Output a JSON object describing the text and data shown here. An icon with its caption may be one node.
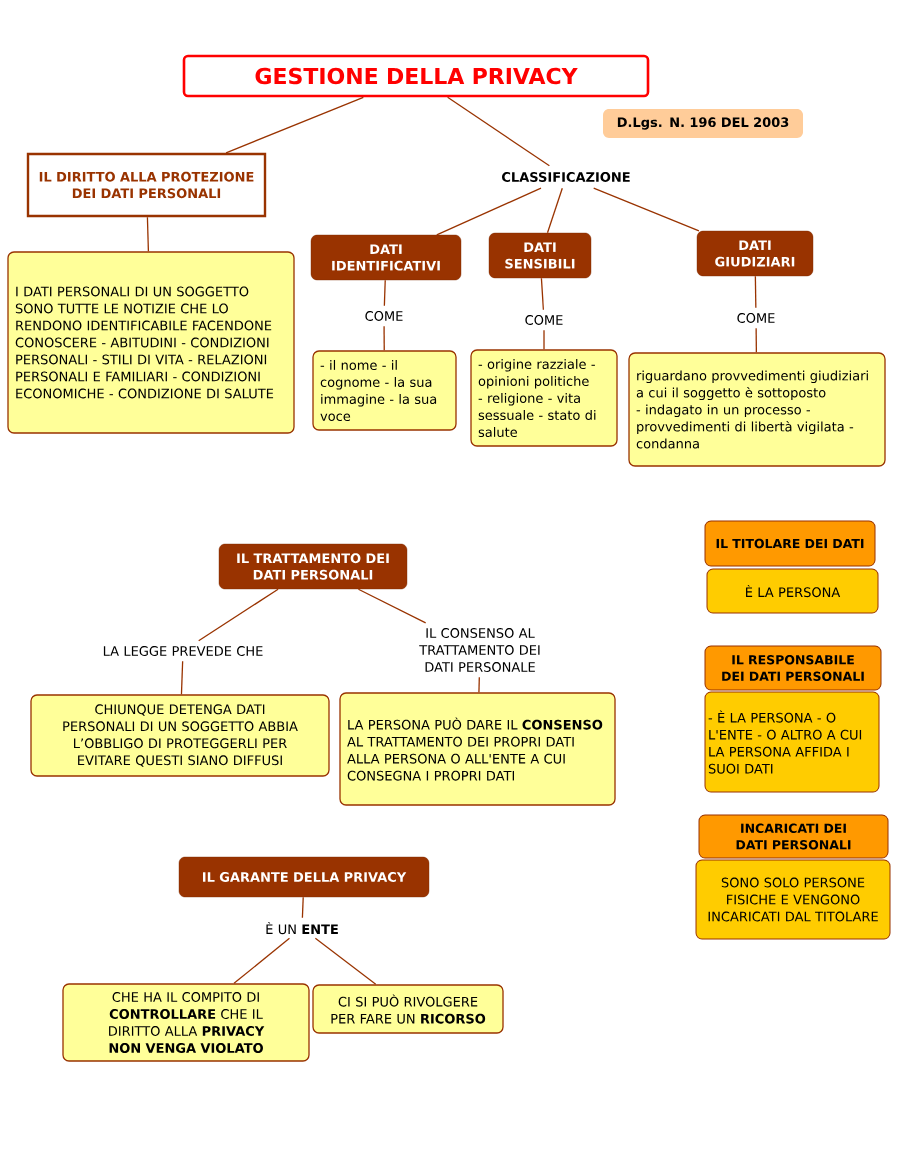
{
  "diagram": {
    "nodes": [
      {
        "text": [
          "GESTIONE DELLA PRIVACY"
        ]
      },
      {
        "text": [
          "D.Lgs. N. 196 DEL 2003"
        ]
      },
      {
        "text": [
          "IL DIRITTO ALLA PROTEZIONE DEI DATI PERSONALI"
        ]
      },
      {
        "text": [
          "I DATI PERSONALI DI UN SOGGETTO SONO TUTTE LE NOTIZIE CHE LO RENDONO IDENTIFICABILE FACENDONE CONOSCERE - ABITUDINI - CONDIZIONI PERSONALI - STILI DI VITA - RELAZIONI PERSONALI E FAMILIARI - CONDIZIONI ECONOMICHE - CONDIZIONE DI SALUTE"
        ]
      },
      {
        "text": [
          "CLASSIFICAZIONE"
        ]
      },
      {
        "text": [
          "DATI IDENTIFICATIVI"
        ]
      },
      {
        "text": [
          "DATI SENSIBILI"
        ]
      },
      {
        "text": [
          "DATI GIUDIZIARI"
        ]
      },
      {
        "text": [
          "COME"
        ]
      },
      {
        "text": [
          "COME"
        ]
      },
      {
        "text": [
          "COME"
        ]
      },
      {
        "text": [
          "- il nome - il cognome - la sua immagine - la sua voce"
        ]
      },
      {
        "text": [
          "- origine razziale - opinioni politiche - religione - vita sessuale - stato di salute"
        ]
      },
      {
        "text": [
          "riguardano provvedimenti giudiziari a cui il soggetto è sottoposto - indagato in un processo - provvedimenti di libertà vigilata - condanna"
        ]
      },
      {
        "text": [
          "IL TRATTAMENTO DEI DATI PERSONALI"
        ]
      },
      {
        "text": [
          "LA LEGGE PREVEDE CHE"
        ]
      },
      {
        "text": [
          "IL CONSENSO AL TRATTAMENTO DEI DATI PERSONALE"
        ]
      },
      {
        "text": [
          "CHIUNQUE DETENGA DATI PERSONALI DI UN SOGGETTO ABBIA L’OBBLIGO DI PROTEGGERLI PER EVITARE QUESTI SIANO DIFFUSI"
        ]
      },
      {
        "text": [
          "LA PERSONA PUÒ DARE IL **CONSENSO** AL TRATTAMENTO DEI PROPRI DATI ALLA PERSONA O ALL'ENTE A CUI CONSEGNA I PROPRI DATI"
        ]
      },
      {
        "text": [
          "IL TITOLARE DEI DATI"
        ]
      },
      {
        "text": [
          "È LA PERSONA"
        ]
      },
      {
        "text": [
          "IL RESPONSABILE DEI DATI PERSONALI"
        ]
      },
      {
        "text": [
          "- È LA PERSONA - O L'ENTE - O ALTRO A CUI LA PERSONA AFFIDA I SUOI DATI"
        ]
      },
      {
        "text": [
          "INCARICATI DEI DATI PERSONALI"
        ]
      },
      {
        "text": [
          "SONO SOLO PERSONE FISICHE E VENGONO INCARICATI DAL TITOLARE"
        ]
      },
      {
        "text": [
          "IL GARANTE DELLA PRIVACY"
        ]
      },
      {
        "text": [
          "È UN **ENTE**"
        ]
      },
      {
        "text": [
          "CHE HA IL COMPITO DI **CONTROLLARE** CHE IL DIRITTO ALLA **PRIVACY NON VENGA VIOLATO**"
        ]
      },
      {
        "text": [
          "CI SI PUÒ RIVOLGERE PER FARE UN **RICORSO**"
        ]
      }
    ],
    "edges": [
      {
        "from": 0,
        "to": 2,
        "arrow": "none"
      },
      {
        "from": 0,
        "to": 4,
        "arrow": "none"
      },
      {
        "from": 2,
        "to": 3,
        "arrow": "none"
      },
      {
        "from": 4,
        "to": 5,
        "arrow": "none"
      },
      {
        "from": 4,
        "to": 6,
        "arrow": "none"
      },
      {
        "from": 4,
        "to": 7,
        "arrow": "none"
      },
      {
        "from": 5,
        "to": 8,
        "arrow": "none"
      },
      {
        "from": 8,
        "to": 11,
        "arrow": "none"
      },
      {
        "from": 6,
        "to": 9,
        "arrow": "none"
      },
      {
        "from": 9,
        "to": 12,
        "arrow": "none"
      },
      {
        "from": 7,
        "to": 10,
        "arrow": "none"
      },
      {
        "from": 10,
        "to": 13,
        "arrow": "none"
      },
      {
        "from": 14,
        "to": 15,
        "arrow": "none"
      },
      {
        "from": 14,
        "to": 16,
        "arrow": "none"
      },
      {
        "from": 15,
        "to": 17,
        "arrow": "none"
      },
      {
        "from": 16,
        "to": 18,
        "arrow": "none"
      },
      {
        "from": 25,
        "to": 26,
        "arrow": "none"
      },
      {
        "from": 26,
        "to": 27,
        "arrow": "none"
      },
      {
        "from": 26,
        "to": 28,
        "arrow": "none"
      }
    ]
  }
}
